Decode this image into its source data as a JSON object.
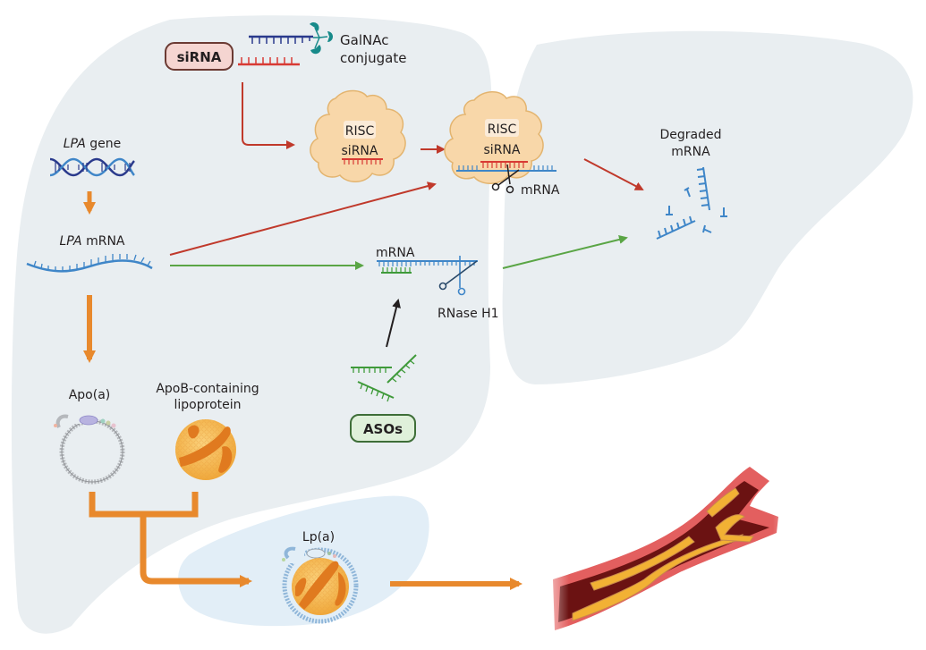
{
  "title": "Mechanisms of siRNA and ASO therapies targeting LPA mRNA to lower Lp(a)",
  "colors": {
    "liver": "#e9eef1",
    "plasma": "#e2eef7",
    "orange_arrow": "#e8892d",
    "red_arrow": "#c0392b",
    "green_arrow": "#5aa545",
    "black_arrow": "#231f20",
    "mrna_blue": "#3f86c8",
    "sirna_red": "#d83a34",
    "sirna_blue": "#2a3a8c",
    "galnac_teal": "#178a8a",
    "aso_green": "#3f9a3a",
    "risc_fill": "#f8d7a9",
    "risc_stroke": "#e3b46f",
    "sirna_box_fill": "#f5d5d1",
    "sirna_box_stroke": "#6b3a33",
    "aso_box_fill": "#dff0da",
    "aso_box_stroke": "#3e6e38"
  },
  "labels": {
    "sirna_box": "siRNA",
    "galnac_line1": "GalNAc",
    "galnac_line2": "conjugate",
    "lpa_gene_italic": "LPA",
    "lpa_gene_rest": " gene",
    "lpa_mrna_italic": "LPA",
    "lpa_mrna_rest": " mRNA",
    "risc1_title": "RISC",
    "risc1_sub": "siRNA",
    "risc2_title": "RISC",
    "risc2_sub": "siRNA",
    "risc2_mrna": "mRNA",
    "degraded_line1": "Degraded",
    "degraded_line2": "mRNA",
    "aso_mrna": "mRNA",
    "rnase": "RNase H1",
    "aso_box": "ASOs",
    "apoa": "Apo(a)",
    "apob_line1": "ApoB-containing",
    "apob_line2": "lipoprotein",
    "lpa": "Lp(a)"
  },
  "icons": {
    "dna": "dna-double-helix-icon",
    "mrna": "mrna-strand-icon",
    "risc": "risc-complex-icon",
    "scissors": "scissors-cleavage-icon",
    "galnac": "galnac-trivalent-icon",
    "lipoprotein": "lipoprotein-particle-icon",
    "artery": "atherosclerotic-artery-icon"
  }
}
